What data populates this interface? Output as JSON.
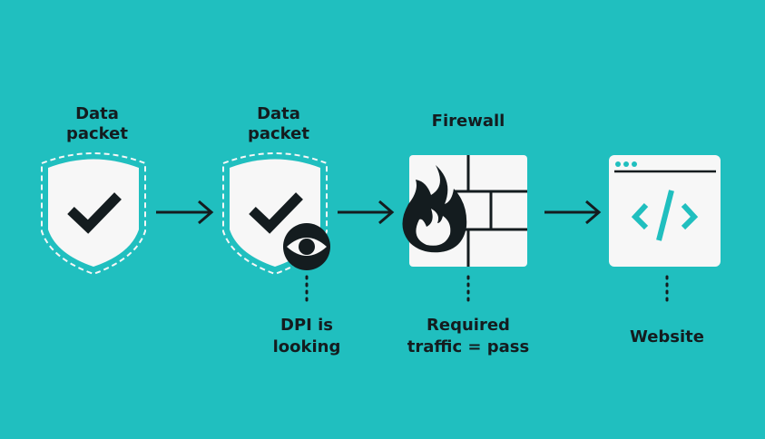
{
  "colors": {
    "background": "#20bfbf",
    "ink": "#141c1f",
    "panel": "#f7f7f7",
    "accent": "#20bfbf"
  },
  "steps": [
    {
      "label_lines": [
        "Data",
        "packet"
      ],
      "icon": "shield-check-icon"
    },
    {
      "label_lines": [
        "Data",
        "packet"
      ],
      "icon": "shield-check-eye-icon",
      "note_lines": [
        "DPI is",
        "looking"
      ]
    },
    {
      "label": "Firewall",
      "icon": "firewall-flame-icon",
      "note_lines": [
        "Required",
        "traffic = pass"
      ]
    },
    {
      "icon": "browser-code-icon",
      "note": "Website"
    }
  ]
}
